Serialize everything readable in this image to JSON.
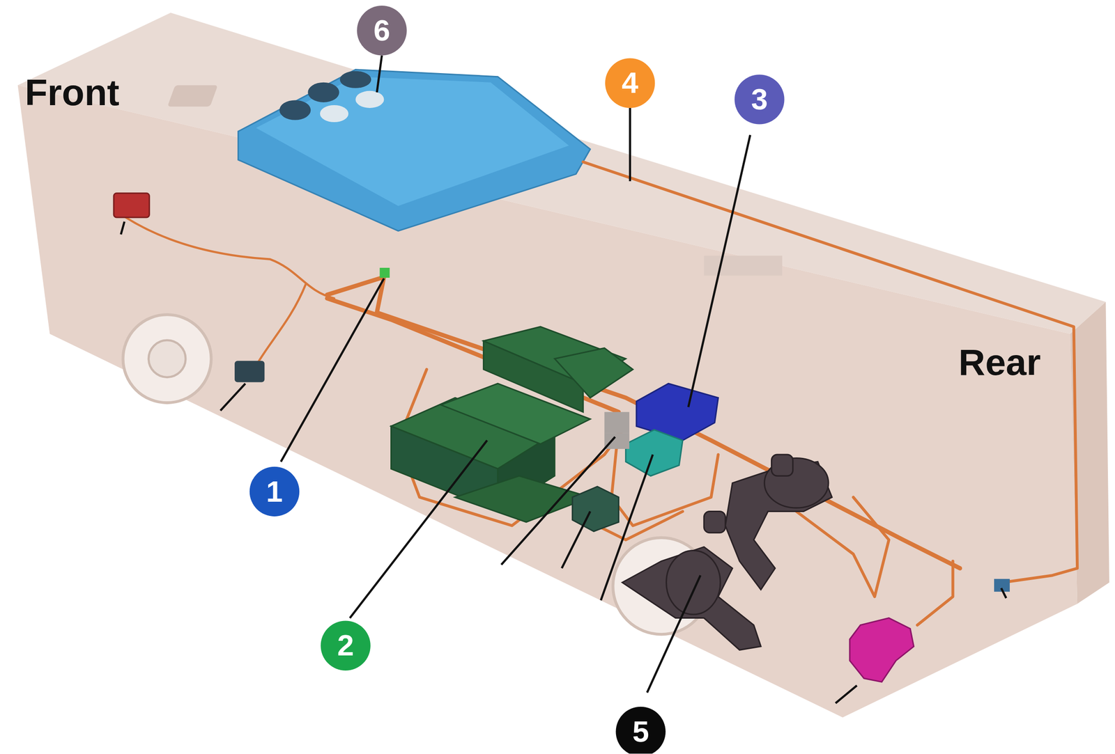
{
  "diagram": {
    "labels": [
      "Front",
      "6",
      "4",
      "3",
      "Rear",
      "1",
      "2",
      "5"
    ]
  }
}
